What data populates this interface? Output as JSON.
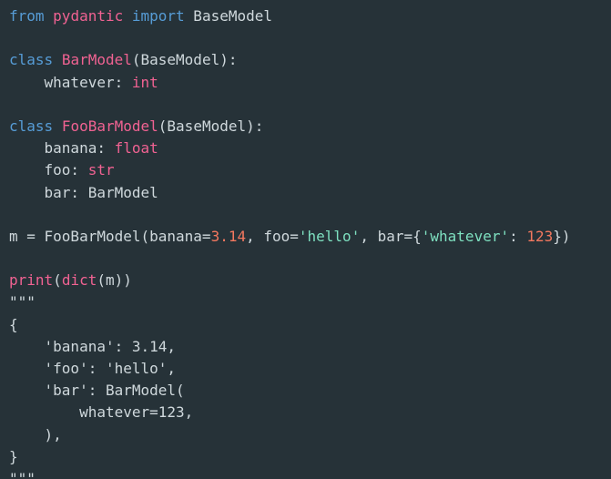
{
  "code": {
    "lines": [
      [
        {
          "t": "keyword",
          "v": "from"
        },
        {
          "t": "plain",
          "v": " "
        },
        {
          "t": "module",
          "v": "pydantic"
        },
        {
          "t": "plain",
          "v": " "
        },
        {
          "t": "keyword",
          "v": "import"
        },
        {
          "t": "plain",
          "v": " BaseModel"
        }
      ],
      [],
      [
        {
          "t": "keyword",
          "v": "class"
        },
        {
          "t": "plain",
          "v": " "
        },
        {
          "t": "class",
          "v": "BarModel"
        },
        {
          "t": "plain",
          "v": "(BaseModel):"
        }
      ],
      [
        {
          "t": "plain",
          "v": "    whatever: "
        },
        {
          "t": "builtin",
          "v": "int"
        }
      ],
      [],
      [
        {
          "t": "keyword",
          "v": "class"
        },
        {
          "t": "plain",
          "v": " "
        },
        {
          "t": "class",
          "v": "FooBarModel"
        },
        {
          "t": "plain",
          "v": "(BaseModel):"
        }
      ],
      [
        {
          "t": "plain",
          "v": "    banana: "
        },
        {
          "t": "builtin",
          "v": "float"
        }
      ],
      [
        {
          "t": "plain",
          "v": "    foo: "
        },
        {
          "t": "builtin",
          "v": "str"
        }
      ],
      [
        {
          "t": "plain",
          "v": "    bar: BarModel"
        }
      ],
      [],
      [
        {
          "t": "plain",
          "v": "m = FooBarModel(banana="
        },
        {
          "t": "number",
          "v": "3.14"
        },
        {
          "t": "plain",
          "v": ", foo="
        },
        {
          "t": "string",
          "v": "'hello'"
        },
        {
          "t": "plain",
          "v": ", bar={"
        },
        {
          "t": "string",
          "v": "'whatever'"
        },
        {
          "t": "plain",
          "v": ": "
        },
        {
          "t": "number",
          "v": "123"
        },
        {
          "t": "plain",
          "v": "})"
        }
      ],
      [],
      [
        {
          "t": "builtin",
          "v": "print"
        },
        {
          "t": "plain",
          "v": "("
        },
        {
          "t": "builtin",
          "v": "dict"
        },
        {
          "t": "plain",
          "v": "(m))"
        }
      ],
      [
        {
          "t": "docstring",
          "v": "\"\"\""
        }
      ],
      [
        {
          "t": "docstring",
          "v": "{"
        }
      ],
      [
        {
          "t": "docstring",
          "v": "    'banana': 3.14,"
        }
      ],
      [
        {
          "t": "docstring",
          "v": "    'foo': 'hello',"
        }
      ],
      [
        {
          "t": "docstring",
          "v": "    'bar': BarModel("
        }
      ],
      [
        {
          "t": "docstring",
          "v": "        whatever=123,"
        }
      ],
      [
        {
          "t": "docstring",
          "v": "    ),"
        }
      ],
      [
        {
          "t": "docstring",
          "v": "}"
        }
      ],
      [
        {
          "t": "docstring",
          "v": "\"\"\""
        }
      ]
    ]
  }
}
